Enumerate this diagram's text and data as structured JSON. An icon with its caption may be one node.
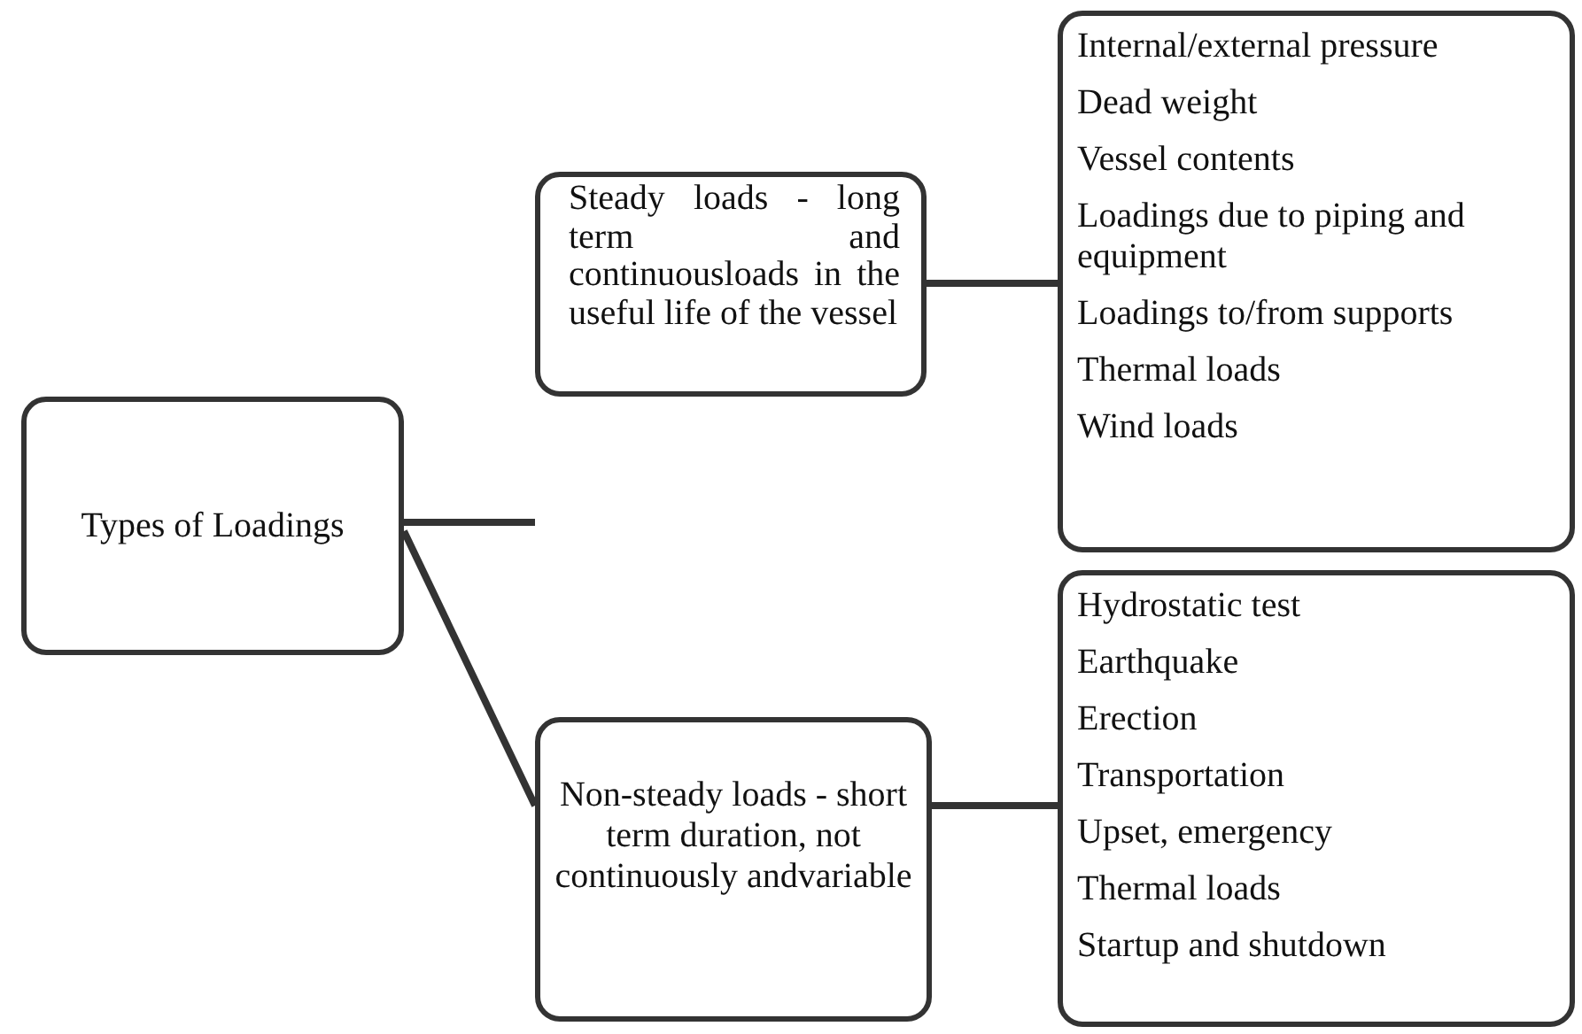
{
  "diagram": {
    "nodes": [
      {
        "text": [
          "Types of Loadings"
        ]
      },
      {
        "text": [
          "Steady loads - long term and continuousloads in the useful life of the vessel"
        ]
      },
      {
        "text": [
          "Non-steady loads - short term duration, not continuously andvariable"
        ]
      },
      {
        "text": [
          "Internal/external pressure",
          "Dead weight",
          "Vessel contents",
          "Loadings due to piping and equipment",
          "Loadings to/from supports",
          "Thermal loads",
          "Wind loads"
        ]
      },
      {
        "text": [
          "Hydrostatic test",
          "Earthquake",
          "Erection",
          "Transportation",
          "Upset, emergency",
          "Thermal loads",
          "Startup and shutdown"
        ]
      }
    ],
    "edges": [
      {
        "from": 0,
        "to": null,
        "arrow": "none"
      },
      {
        "from": 0,
        "to": 2,
        "arrow": "none"
      },
      {
        "from": 1,
        "to": 3,
        "arrow": "none"
      },
      {
        "from": 2,
        "to": 4,
        "arrow": "none"
      }
    ]
  }
}
